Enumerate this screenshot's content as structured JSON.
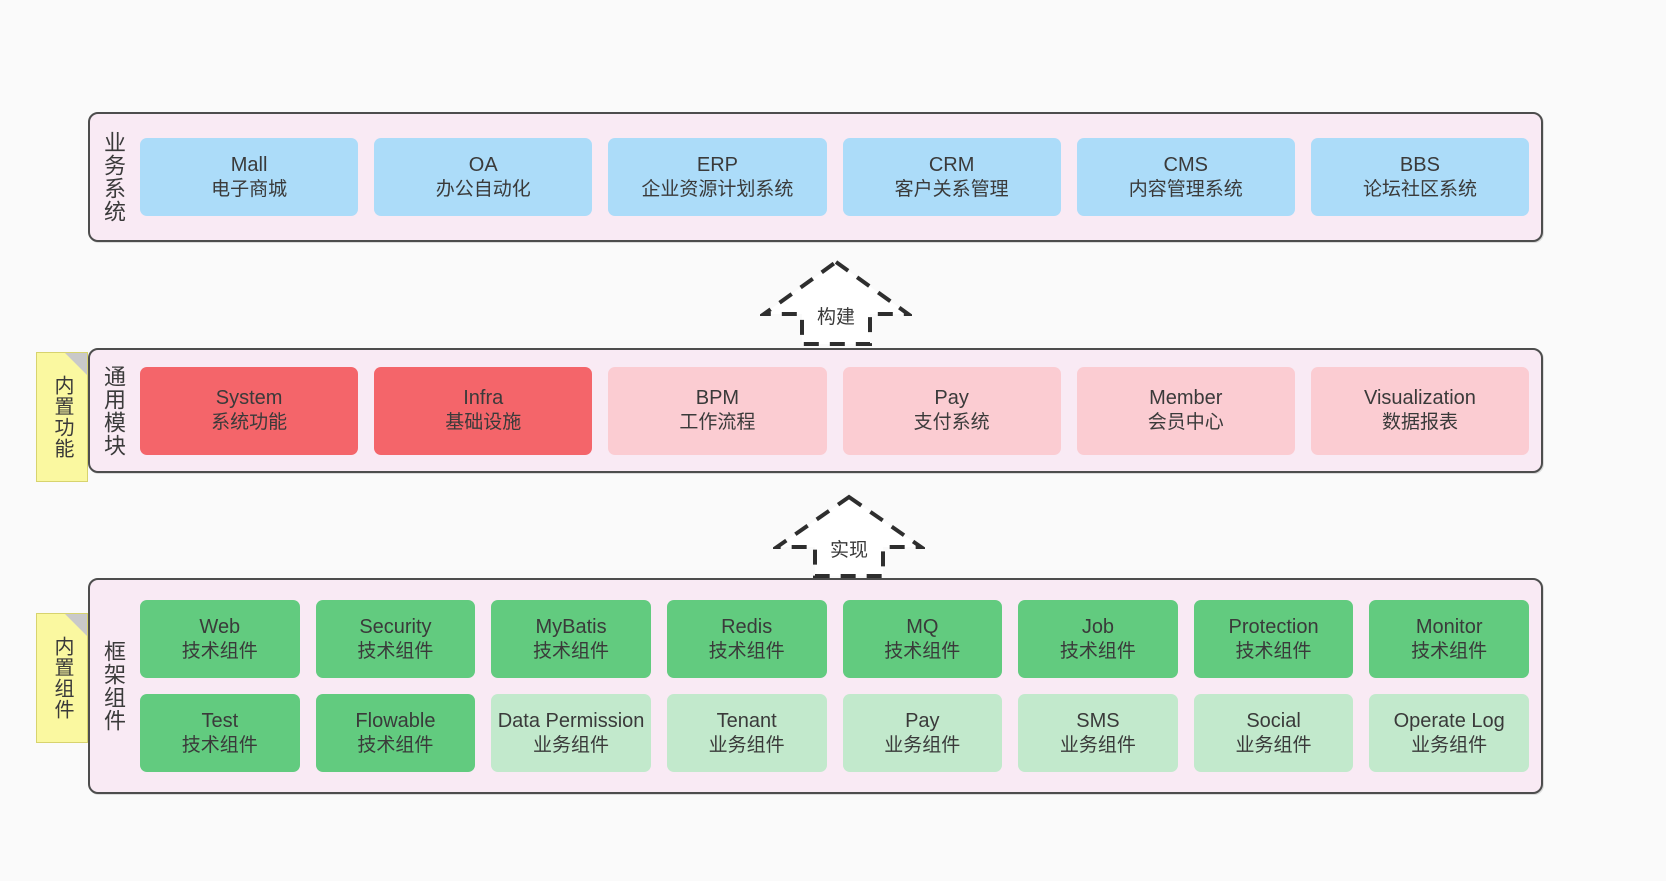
{
  "layers": [
    {
      "id": "business-systems",
      "title": "业务系统",
      "rows": [
        {
          "cards": [
            {
              "en": "Mall",
              "cn": "电子商城"
            },
            {
              "en": "OA",
              "cn": "办公自动化"
            },
            {
              "en": "ERP",
              "cn": "企业资源计划系统"
            },
            {
              "en": "CRM",
              "cn": "客户关系管理"
            },
            {
              "en": "CMS",
              "cn": "内容管理系统"
            },
            {
              "en": "BBS",
              "cn": "论坛社区系统"
            }
          ]
        }
      ]
    },
    {
      "id": "common-modules",
      "title": "通用模块",
      "tag": "内置功能",
      "rows": [
        {
          "cards": [
            {
              "en": "System",
              "cn": "系统功能"
            },
            {
              "en": "Infra",
              "cn": "基础设施"
            },
            {
              "en": "BPM",
              "cn": "工作流程"
            },
            {
              "en": "Pay",
              "cn": "支付系统"
            },
            {
              "en": "Member",
              "cn": "会员中心"
            },
            {
              "en": "Visualization",
              "cn": "数据报表"
            }
          ]
        }
      ]
    },
    {
      "id": "framework-components",
      "title": "框架组件",
      "tag": "内置组件",
      "rows": [
        {
          "cards": [
            {
              "en": "Web",
              "cn": "技术组件"
            },
            {
              "en": "Security",
              "cn": "技术组件"
            },
            {
              "en": "MyBatis",
              "cn": "技术组件"
            },
            {
              "en": "Redis",
              "cn": "技术组件"
            },
            {
              "en": "MQ",
              "cn": "技术组件"
            },
            {
              "en": "Job",
              "cn": "技术组件"
            },
            {
              "en": "Protection",
              "cn": "技术组件"
            },
            {
              "en": "Monitor",
              "cn": "技术组件"
            }
          ]
        },
        {
          "cards": [
            {
              "en": "Test",
              "cn": "技术组件"
            },
            {
              "en": "Flowable",
              "cn": "技术组件"
            },
            {
              "en": "Data Permission",
              "cn": "业务组件"
            },
            {
              "en": "Tenant",
              "cn": "业务组件"
            },
            {
              "en": "Pay",
              "cn": "业务组件"
            },
            {
              "en": "SMS",
              "cn": "业务组件"
            },
            {
              "en": "Social",
              "cn": "业务组件"
            },
            {
              "en": "Operate Log",
              "cn": "业务组件"
            }
          ]
        }
      ]
    }
  ],
  "arrows": [
    {
      "id": "build",
      "label": "构建"
    },
    {
      "id": "implement",
      "label": "实现"
    }
  ],
  "colors": {
    "canvas": "#FAFAFA",
    "layer_fill": "#F9EAF4",
    "layer_border": "#4D4D4D",
    "business_card": "#ACDCF9",
    "module_strong": "#F4656A",
    "module_soft": "#FBCCD2",
    "component_tech": "#62CB7F",
    "component_business": "#C2E9CC",
    "tag_fill": "#FAF8A0",
    "tag_fold": "#C9C9C9",
    "text": "#3A3A3A"
  }
}
